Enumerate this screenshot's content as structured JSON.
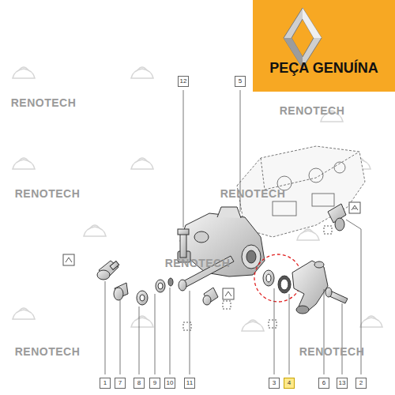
{
  "diagram": {
    "nodes": [
      {
        "text": [
          "PEÇA GENUÍNA"
        ]
      }
    ],
    "labels": [
      "12",
      "5",
      "1",
      "7",
      "8",
      "9",
      "10",
      "11",
      "3",
      "4",
      "6",
      "13",
      "2",
      "RENOTECH",
      "RENOTECH",
      "RENOTECH",
      "RENOTECH",
      "RENOTECH",
      "RENOTECH",
      "RENOTECH"
    ]
  }
}
